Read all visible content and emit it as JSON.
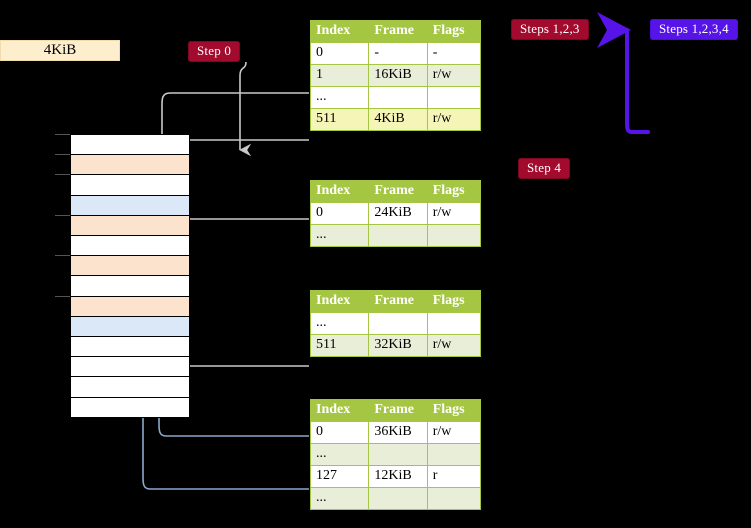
{
  "labels": {
    "size_box": "4KiB",
    "step0": "Step 0",
    "step4": "Step 4",
    "steps123": "Steps 1,2,3",
    "steps1234": "Steps 1,2,3,4"
  },
  "colors": {
    "badge_red": "#a20b2d",
    "badge_blue": "#5714e8",
    "table_header": "#a5c643",
    "table_alt_row": "#e8eed8",
    "table_highlight": "#f5f5b8",
    "memory_peach": "#fce3cd",
    "memory_blue": "#dbe8f7",
    "size_box": "#fdeecd",
    "wire_gray": "#c9c9c9",
    "wire_blue": "#8aa9cf"
  },
  "tables": [
    {
      "name": "pml4-table",
      "headers": [
        "Index",
        "Frame",
        "Flags"
      ],
      "rows": [
        {
          "index": "0",
          "frame": "-",
          "flags": "-",
          "style": "plain"
        },
        {
          "index": "1",
          "frame": "16KiB",
          "flags": "r/w",
          "style": "alt"
        },
        {
          "index": "...",
          "frame": "",
          "flags": "",
          "style": "plain"
        },
        {
          "index": "511",
          "frame": "4KiB",
          "flags": "r/w",
          "style": "hl"
        }
      ]
    },
    {
      "name": "pdpt-table",
      "headers": [
        "Index",
        "Frame",
        "Flags"
      ],
      "rows": [
        {
          "index": "0",
          "frame": "24KiB",
          "flags": "r/w",
          "style": "plain"
        },
        {
          "index": "...",
          "frame": "",
          "flags": "",
          "style": "alt"
        }
      ]
    },
    {
      "name": "pd-table",
      "headers": [
        "Index",
        "Frame",
        "Flags"
      ],
      "rows": [
        {
          "index": "...",
          "frame": "",
          "flags": "",
          "style": "plain"
        },
        {
          "index": "511",
          "frame": "32KiB",
          "flags": "r/w",
          "style": "alt"
        }
      ]
    },
    {
      "name": "pt-table",
      "headers": [
        "Index",
        "Frame",
        "Flags"
      ],
      "rows": [
        {
          "index": "0",
          "frame": "36KiB",
          "flags": "r/w",
          "style": "plain"
        },
        {
          "index": "...",
          "frame": "",
          "flags": "",
          "style": "alt"
        },
        {
          "index": "127",
          "frame": "12KiB",
          "flags": "r",
          "style": "plain"
        },
        {
          "index": "...",
          "frame": "",
          "flags": "",
          "style": "alt"
        }
      ]
    }
  ],
  "memory_blocks": [
    {
      "fill": "white",
      "tick": true
    },
    {
      "fill": "peach",
      "tick": true
    },
    {
      "fill": "white",
      "tick": true
    },
    {
      "fill": "blue",
      "tick": false
    },
    {
      "fill": "peach",
      "tick": true
    },
    {
      "fill": "white",
      "tick": false
    },
    {
      "fill": "peach",
      "tick": true
    },
    {
      "fill": "white",
      "tick": false
    },
    {
      "fill": "peach",
      "tick": true
    },
    {
      "fill": "blue",
      "tick": false
    },
    {
      "fill": "white",
      "tick": false
    },
    {
      "fill": "white",
      "tick": false
    },
    {
      "fill": "white",
      "tick": false
    },
    {
      "fill": "white",
      "tick": false
    }
  ]
}
